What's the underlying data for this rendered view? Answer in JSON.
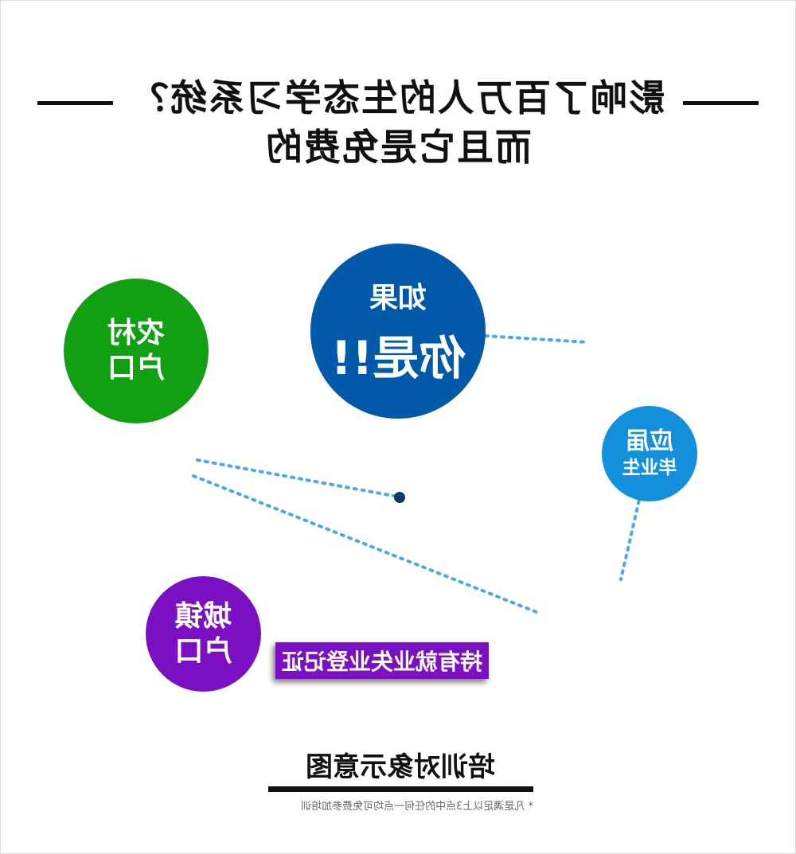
{
  "heading": {
    "line1": "影响了百万人的生态学习系统？",
    "line2": "而且它是免费的"
  },
  "nodes": {
    "if_you": {
      "line1": "如果",
      "line2": "你是!!",
      "color": "#005aa9"
    },
    "rural": {
      "line1": "农村",
      "line2": "户口",
      "color": "#11a012"
    },
    "urban": {
      "line1": "城镇",
      "line2": "户口",
      "color": "#7b0fc3"
    },
    "graduate": {
      "line1": "应届",
      "line2": "毕业生",
      "color": "#1290dc"
    }
  },
  "callout": {
    "text": "持有就业失业登记证",
    "color": "#7b0fc3"
  },
  "caption": "培训对象示意图",
  "footnote": "* 凡是满足以上3点中的任何一点均可免费参加培训",
  "connector_color": "#4ea8e8",
  "center_dot_color": "#0c3b66"
}
